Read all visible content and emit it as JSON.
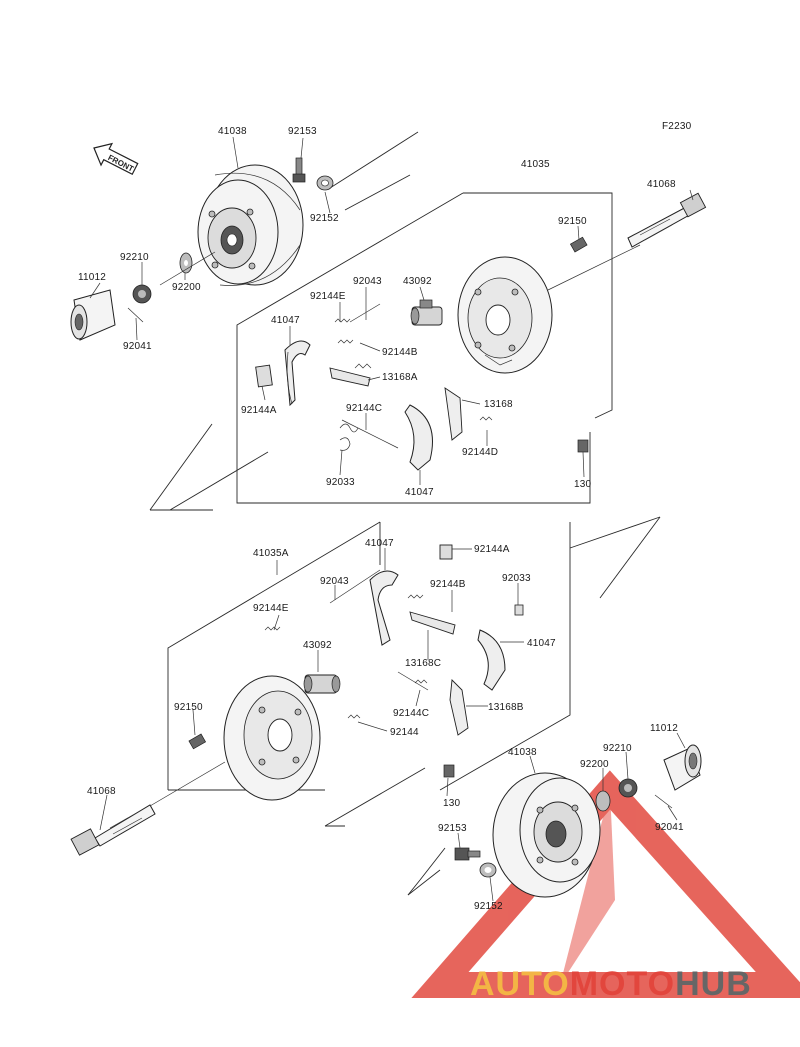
{
  "figure_code": "F2230",
  "front_arrow_label": "FRONT",
  "labels": {
    "l41038_top": "41038",
    "l92153_top": "92153",
    "l92152_top": "92152",
    "l41035": "41035",
    "l41068_top": "41068",
    "l92150_top": "92150",
    "l92210_top": "92210",
    "l11012_top": "11012",
    "l92200_top": "92200",
    "l92041_top": "92041",
    "l92043_top": "92043",
    "l43092_top": "43092",
    "l92144E_top": "92144E",
    "l41047_top_a": "41047",
    "l92144B_top": "92144B",
    "l13168A": "13168A",
    "l92144A_top": "92144A",
    "l92144C_top": "92144C",
    "l13168_top": "13168",
    "l92144D": "92144D",
    "l92033_top": "92033",
    "l41047_top_b": "41047",
    "l130_top": "130",
    "l41035A": "41035A",
    "l41047_bot_a": "41047",
    "l92144A_bot": "92144A",
    "l92043_bot": "92043",
    "l92144B_bot": "92144B",
    "l92033_bot": "92033",
    "l92144E_bot": "92144E",
    "l43092_bot": "43092",
    "l13168C": "13168C",
    "l41047_bot_b": "41047",
    "l92150_bot": "92150",
    "l92144C_bot": "92144C",
    "l13168B": "13168B",
    "l92144_bot": "92144",
    "l11012_bot": "11012",
    "l41038_bot": "41038",
    "l92210_bot": "92210",
    "l92200_bot": "92200",
    "l41068_bot": "41068",
    "l130_bot": "130",
    "l92153_bot": "92153",
    "l92041_bot": "92041",
    "l92152_bot": "92152"
  },
  "watermark": {
    "part1": "AUTO",
    "part2": "MOTO",
    "part3": "HUB",
    "colors": {
      "auto": "#f3b545",
      "moto": "#e2463d",
      "hub": "#666666"
    }
  }
}
